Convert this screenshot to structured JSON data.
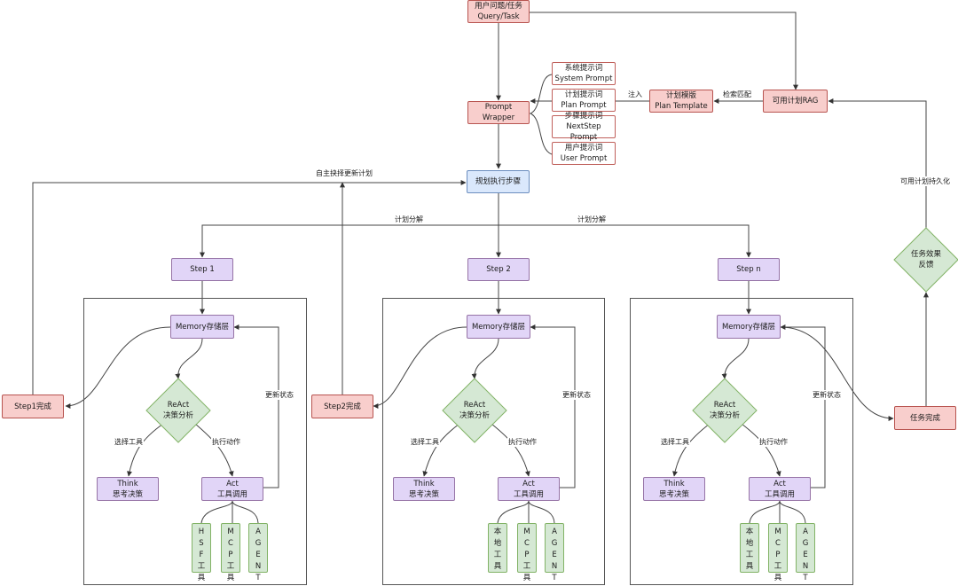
{
  "query": {
    "line1": "用户问题/任务",
    "line2": "Query/Task"
  },
  "prompt_wrapper": "Prompt Wrapper",
  "prompts": [
    {
      "line1": "系统提示词",
      "line2": "System Prompt"
    },
    {
      "line1": "计划提示词",
      "line2": "Plan Prompt"
    },
    {
      "line1": "步骤提示词",
      "line2": "NextStep Prompt"
    },
    {
      "line1": "用户提示词",
      "line2": "User Prompt"
    }
  ],
  "plan_template": {
    "line1": "计划模版",
    "line2": "Plan Template"
  },
  "rag": "可用计划RAG",
  "plan_exec": "规划执行步骤",
  "steps": [
    "Step 1",
    "Step 2",
    "Step n"
  ],
  "memory": "Memory存储层",
  "react": {
    "line1": "ReAct",
    "line2": "决策分析"
  },
  "think": {
    "line1": "Think",
    "line2": "思考决策"
  },
  "act": {
    "line1": "Act",
    "line2": "工具调用"
  },
  "tools": {
    "col1": [
      [
        "H",
        "S",
        "F",
        "工",
        "具"
      ],
      [
        "本",
        "地",
        "工",
        "具"
      ],
      [
        "本",
        "地",
        "工",
        "具"
      ]
    ],
    "mcp": [
      "M",
      "C",
      "P",
      "工",
      "具"
    ],
    "agent": [
      "A",
      "G",
      "E",
      "N",
      "T"
    ]
  },
  "done": [
    "Step1完成",
    "Step2完成",
    "任务完成"
  ],
  "feedback": {
    "line1": "任务效果",
    "line2": "反馈"
  },
  "labels": {
    "inject": "注入",
    "retrieve": "检索匹配",
    "self_update": "自主抉择更新计划",
    "decompose1": "计划分解",
    "decompose2": "计划分解",
    "persist": "可用计划持久化",
    "update_state": "更新状态",
    "select_tool": "选择工具",
    "exec_action": "执行动作"
  },
  "colors": {
    "pink_fill": "#f8cecc",
    "purple_fill": "#e1d5f7",
    "blue_fill": "#dae8fc",
    "green_fill": "#d5e8d4"
  }
}
